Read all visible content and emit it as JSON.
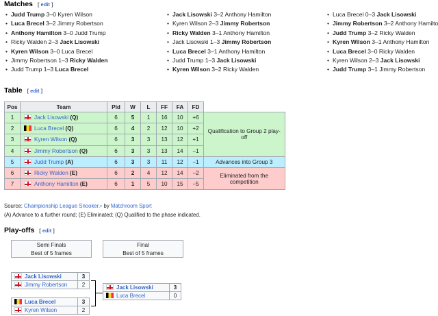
{
  "sections": {
    "matches_title": "Matches",
    "table_title": "Table",
    "playoffs_title": "Play-offs",
    "edit_label": "edit"
  },
  "matches": {
    "col1": [
      {
        "a": "Judd Trump",
        "s": "3–0",
        "b": "Kyren Wilson",
        "winner": "a"
      },
      {
        "a": "Luca Brecel",
        "s": "3–2",
        "b": "Jimmy Robertson",
        "winner": "a"
      },
      {
        "a": "Anthony Hamilton",
        "s": "3–0",
        "b": "Judd Trump",
        "winner": "a"
      },
      {
        "a": "Ricky Walden",
        "s": "2–3",
        "b": "Jack Lisowski",
        "winner": "b"
      },
      {
        "a": "Kyren Wilson",
        "s": "3–0",
        "b": "Luca Brecel",
        "winner": "a"
      },
      {
        "a": "Jimmy Robertson",
        "s": "1–3",
        "b": "Ricky Walden",
        "winner": "b"
      },
      {
        "a": "Judd Trump",
        "s": "1–3",
        "b": "Luca Brecel",
        "winner": "b"
      }
    ],
    "col2": [
      {
        "a": "Jack Lisowski",
        "s": "3–2",
        "b": "Anthony Hamilton",
        "winner": "a"
      },
      {
        "a": "Kyren Wilson",
        "s": "2–3",
        "b": "Jimmy Robertson",
        "winner": "b"
      },
      {
        "a": "Ricky Walden",
        "s": "3–1",
        "b": "Anthony Hamilton",
        "winner": "a"
      },
      {
        "a": "Jack Lisowski",
        "s": "1–3",
        "b": "Jimmy Robertson",
        "winner": "b"
      },
      {
        "a": "Luca Brecel",
        "s": "3–1",
        "b": "Anthony Hamilton",
        "winner": "a"
      },
      {
        "a": "Judd Trump",
        "s": "1–3",
        "b": "Jack Lisowski",
        "winner": "b"
      },
      {
        "a": "Kyren Wilson",
        "s": "3–2",
        "b": "Ricky Walden",
        "winner": "a"
      }
    ],
    "col3": [
      {
        "a": "Luca Brecel",
        "s": "0–3",
        "b": "Jack Lisowski",
        "winner": "b"
      },
      {
        "a": "Jimmy Robertson",
        "s": "3–2",
        "b": "Anthony Hamilton",
        "winner": "a"
      },
      {
        "a": "Judd Trump",
        "s": "3–2",
        "b": "Ricky Walden",
        "winner": "a"
      },
      {
        "a": "Kyren Wilson",
        "s": "3–1",
        "b": "Anthony Hamilton",
        "winner": "a"
      },
      {
        "a": "Luca Brecel",
        "s": "3–0",
        "b": "Ricky Walden",
        "winner": "a"
      },
      {
        "a": "Kyren Wilson",
        "s": "2–3",
        "b": "Jack Lisowski",
        "winner": "b"
      },
      {
        "a": "Judd Trump",
        "s": "3–1",
        "b": "Jimmy Robertson",
        "winner": "a"
      }
    ]
  },
  "table": {
    "headers": [
      "Pos",
      "Team",
      "Pld",
      "W",
      "L",
      "FF",
      "FA",
      "FD"
    ],
    "rows": [
      {
        "pos": "1",
        "flag": "eng",
        "team": "Jack Lisowski",
        "q": "(Q)",
        "pld": "6",
        "w": "5",
        "l": "1",
        "ff": "16",
        "fa": "10",
        "fd": "+6",
        "zone": "g"
      },
      {
        "pos": "2",
        "flag": "bel",
        "team": "Luca Brecel",
        "q": "(Q)",
        "pld": "6",
        "w": "4",
        "l": "2",
        "ff": "12",
        "fa": "10",
        "fd": "+2",
        "zone": "g"
      },
      {
        "pos": "3",
        "flag": "eng",
        "team": "Kyren Wilson",
        "q": "(Q)",
        "pld": "6",
        "w": "3",
        "l": "3",
        "ff": "13",
        "fa": "12",
        "fd": "+1",
        "zone": "g"
      },
      {
        "pos": "4",
        "flag": "eng",
        "team": "Jimmy Robertson",
        "q": "(Q)",
        "pld": "6",
        "w": "3",
        "l": "3",
        "ff": "13",
        "fa": "14",
        "fd": "−1",
        "zone": "g"
      },
      {
        "pos": "5",
        "flag": "eng",
        "team": "Judd Trump",
        "q": "(A)",
        "pld": "6",
        "w": "3",
        "l": "3",
        "ff": "11",
        "fa": "12",
        "fd": "−1",
        "zone": "b"
      },
      {
        "pos": "6",
        "flag": "eng",
        "team": "Ricky Walden",
        "q": "(E)",
        "pld": "6",
        "w": "2",
        "l": "4",
        "ff": "12",
        "fa": "14",
        "fd": "−2",
        "zone": "r"
      },
      {
        "pos": "7",
        "flag": "eng",
        "team": "Anthony Hamilton",
        "q": "(E)",
        "pld": "6",
        "w": "1",
        "l": "5",
        "ff": "10",
        "fa": "15",
        "fd": "−5",
        "zone": "r"
      }
    ],
    "notes": {
      "qual": "Qualification to Group 2 play-off",
      "adv": "Advances into Group 3",
      "elim": "Eliminated from the competition"
    },
    "source_prefix": "Source:",
    "source_link1": "Championship League Snooker",
    "source_by": "by",
    "source_link2": "Matchroom Sport",
    "legend": "(A) Advance to a further round; (E) Eliminated; (Q) Qualified to the phase indicated."
  },
  "playoffs": {
    "semi_title": "Semi Finals",
    "semi_sub": "Best of 5 frames",
    "final_title": "Final",
    "final_sub": "Best of 5 frames",
    "sf1": [
      {
        "name": "Jack Lisowski",
        "flag": "eng",
        "score": "3",
        "win": true
      },
      {
        "name": "Jimmy Robertson",
        "flag": "eng",
        "score": "2",
        "win": false
      }
    ],
    "sf2": [
      {
        "name": "Luca Brecel",
        "flag": "bel",
        "score": "3",
        "win": true
      },
      {
        "name": "Kyren Wilson",
        "flag": "eng",
        "score": "2",
        "win": false
      }
    ],
    "final": [
      {
        "name": "Jack Lisowski",
        "flag": "eng",
        "score": "3",
        "win": true
      },
      {
        "name": "Luca Brecel",
        "flag": "bel",
        "score": "0",
        "win": false
      }
    ]
  }
}
